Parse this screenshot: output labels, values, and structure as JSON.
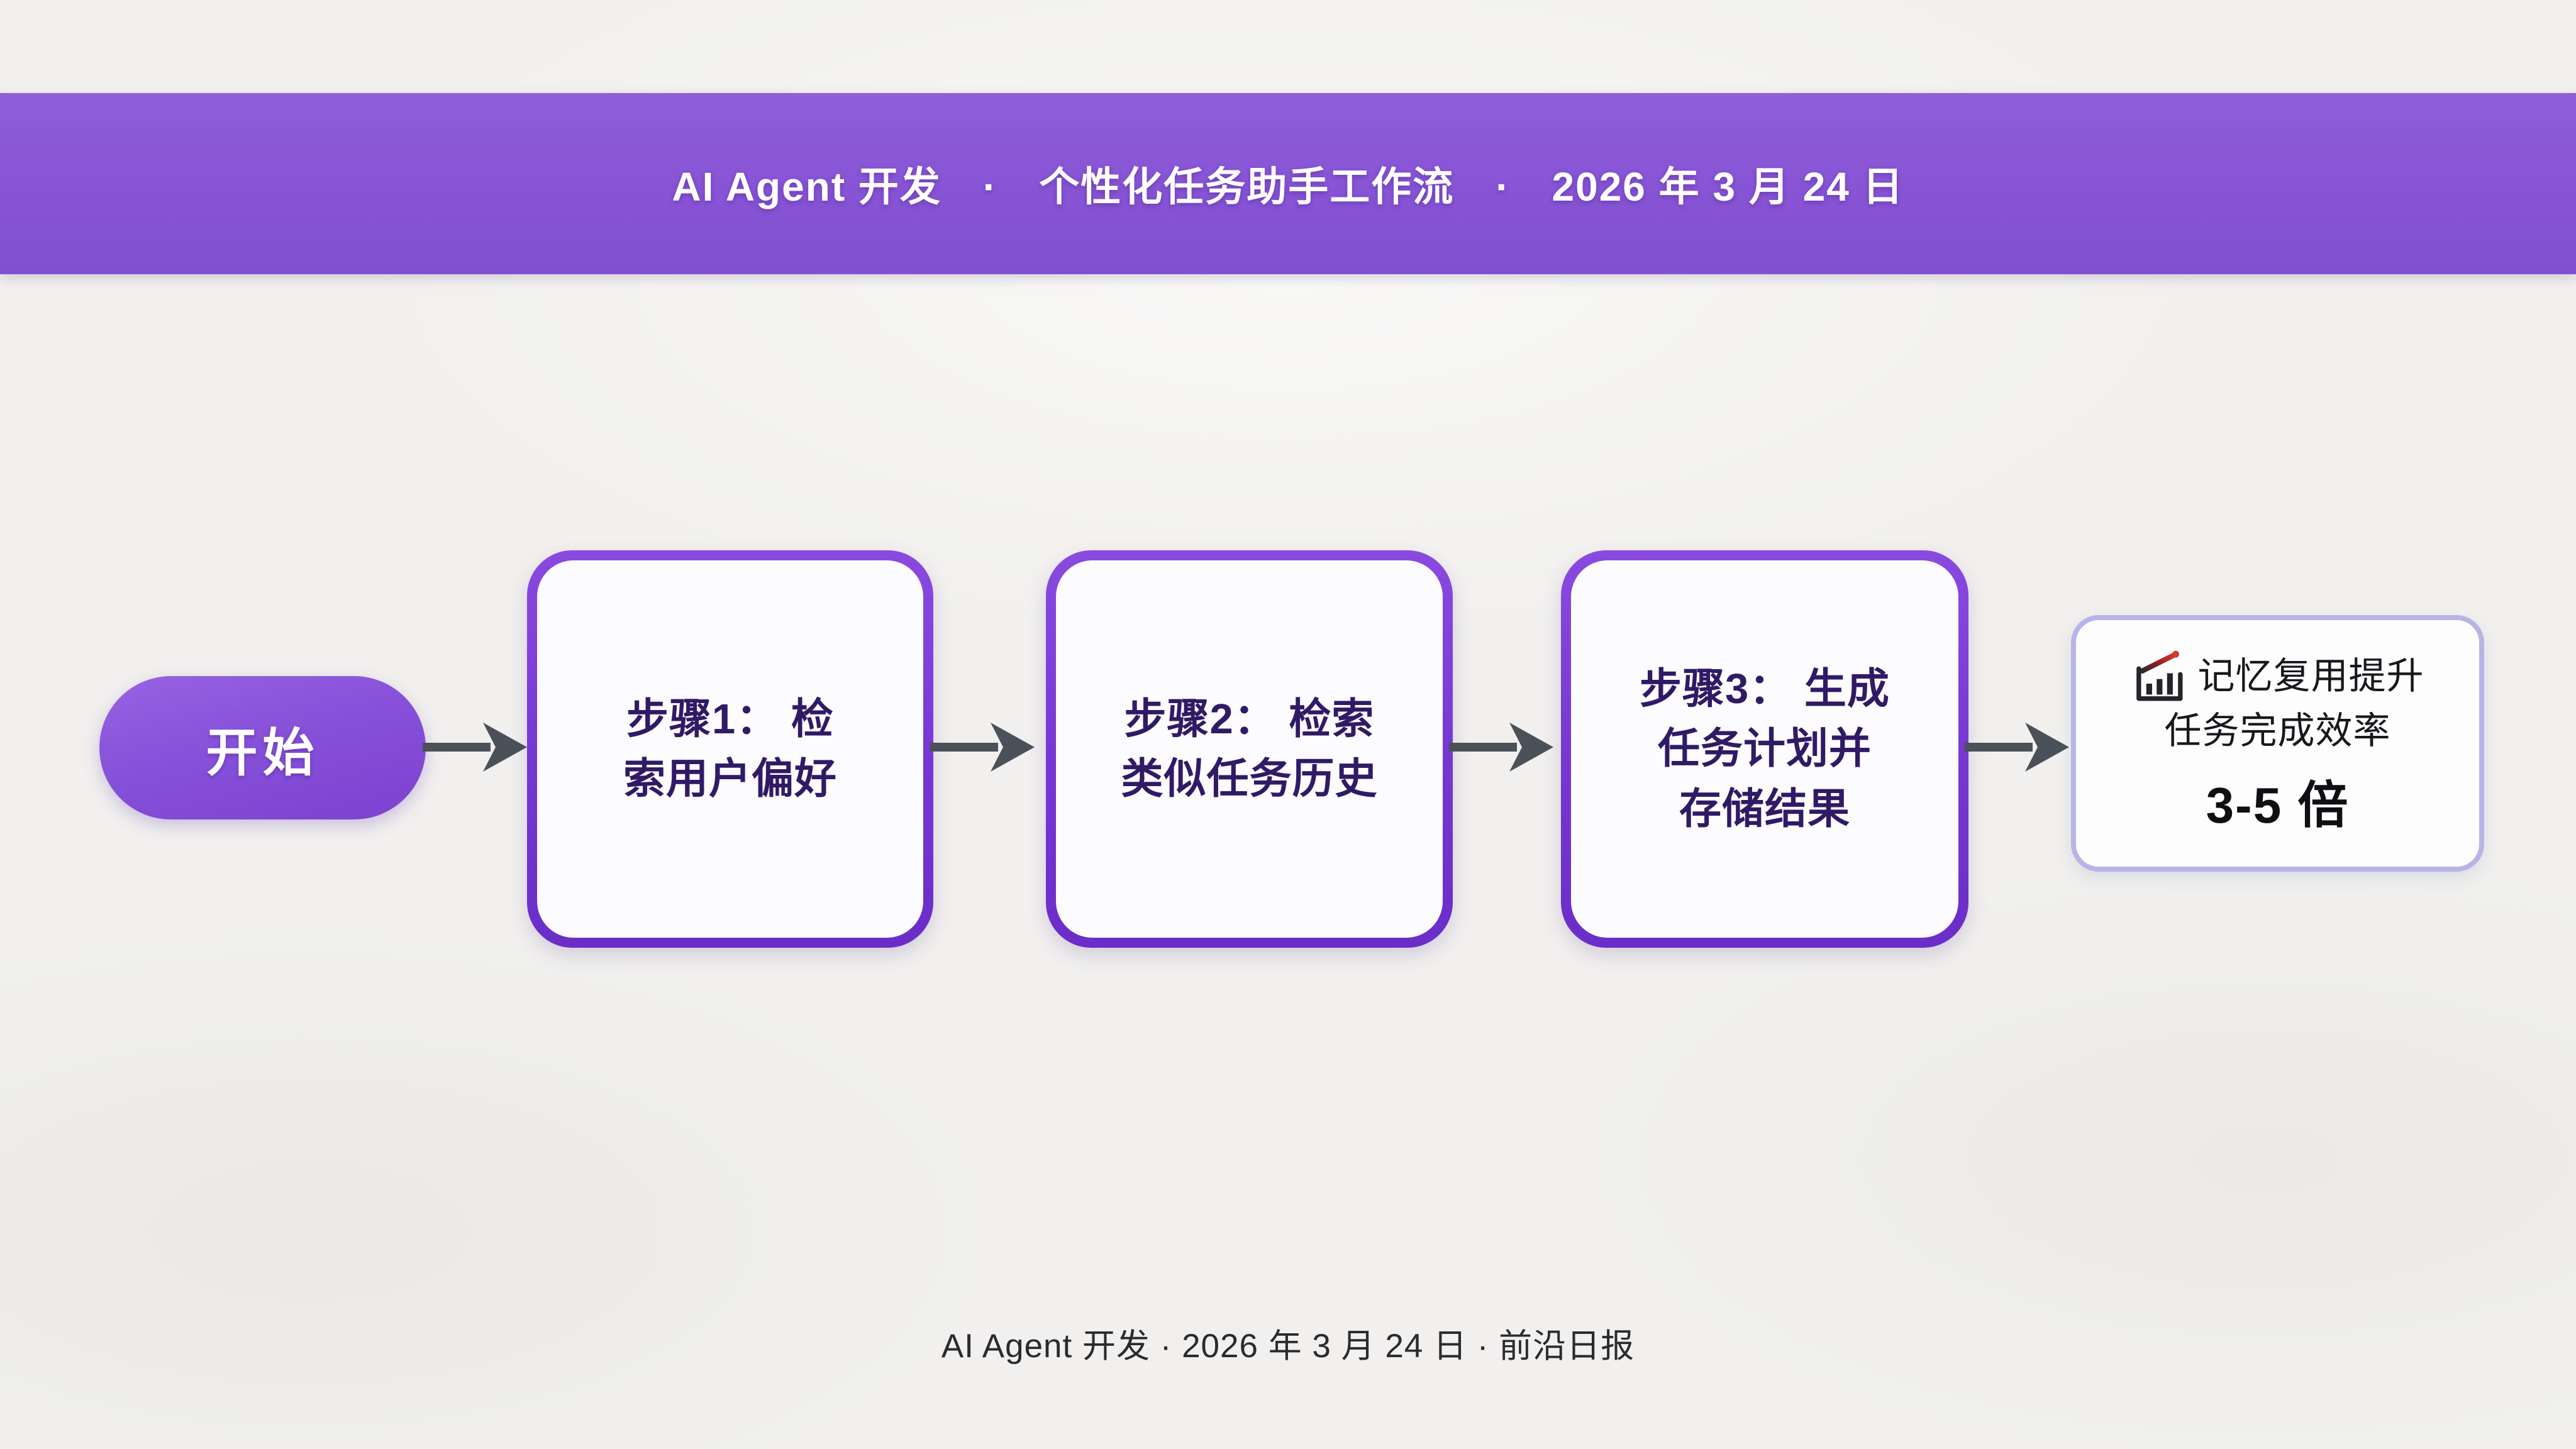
{
  "header": {
    "title": "AI Agent 开发　·　个性化任务助手工作流　·　2026 年 3 月 24 日"
  },
  "flow": {
    "start": {
      "label": "开始"
    },
    "steps": [
      {
        "label": "步骤1： 检\n索用户偏好"
      },
      {
        "label": "步骤2： 检索\n类似任务历史"
      },
      {
        "label": "步骤3： 生成\n任务计划并\n存储结果"
      }
    ],
    "result": {
      "icon": "bar-chart-increasing-icon",
      "line1": "记忆复用提升",
      "line2": "任务完成效率",
      "line3": "3-5 倍"
    }
  },
  "footer": {
    "text": "AI Agent 开发 · 2026 年 3 月 24 日 · 前沿日报"
  },
  "colors": {
    "banner_purple": "#8754d5",
    "node_border_purple": "#7636d2",
    "start_fill_purple": "#8751d9",
    "step_text_indigo": "#301a66",
    "arrow_gray": "#4b5158",
    "result_border_lavender": "#b7b5e6",
    "result_text_black": "#17181c",
    "trend_red": "#c13530",
    "background_gray": "#f1f0ee"
  }
}
